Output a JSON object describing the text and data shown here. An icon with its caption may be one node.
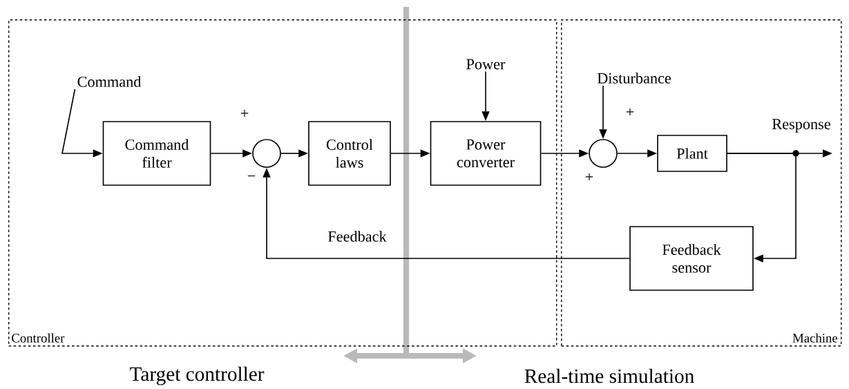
{
  "diagram": {
    "nodes": [
      {
        "text": [
          "Controller"
        ]
      },
      {
        "text": [
          "Machine"
        ]
      },
      {
        "text": [
          "Command"
        ],
        "in": 0
      },
      {
        "text": [
          "Command filter"
        ],
        "in": 0
      },
      {
        "text": [],
        "shape": "circle",
        "in": 0
      },
      {
        "text": [
          "Control laws"
        ],
        "in": 0
      },
      {
        "text": [
          "Power converter"
        ],
        "in": 0
      },
      {
        "text": [
          "Power"
        ],
        "in": 0
      },
      {
        "text": [],
        "shape": "circle",
        "in": 1
      },
      {
        "text": [
          "Disturbance"
        ],
        "in": 1
      },
      {
        "text": [
          "Plant"
        ],
        "in": 1
      },
      {
        "text": [
          "Feedback sensor"
        ],
        "in": 1
      }
    ],
    "edges": [
      {
        "from": 2,
        "to": 3,
        "arrow": "to"
      },
      {
        "from": 3,
        "to": 4,
        "arrow": "to"
      },
      {
        "from": 4,
        "to": 5,
        "arrow": "to"
      },
      {
        "from": 5,
        "to": 6,
        "arrow": "to"
      },
      {
        "from": 7,
        "to": 6,
        "arrow": "to"
      },
      {
        "from": 6,
        "to": 8,
        "arrow": "to"
      },
      {
        "from": 9,
        "to": 8,
        "arrow": "to"
      },
      {
        "from": 8,
        "to": 10,
        "arrow": "to"
      },
      {
        "from": 10,
        "to": null,
        "arrow": "to",
        "label": "Response"
      },
      {
        "from": 10,
        "to": 11,
        "arrow": "to"
      },
      {
        "from": 11,
        "to": 4,
        "arrow": "to",
        "label": "Feedback"
      }
    ],
    "labels": [
      "+",
      "−",
      "+",
      "+",
      "Target controller",
      "Real-time simulation"
    ]
  }
}
